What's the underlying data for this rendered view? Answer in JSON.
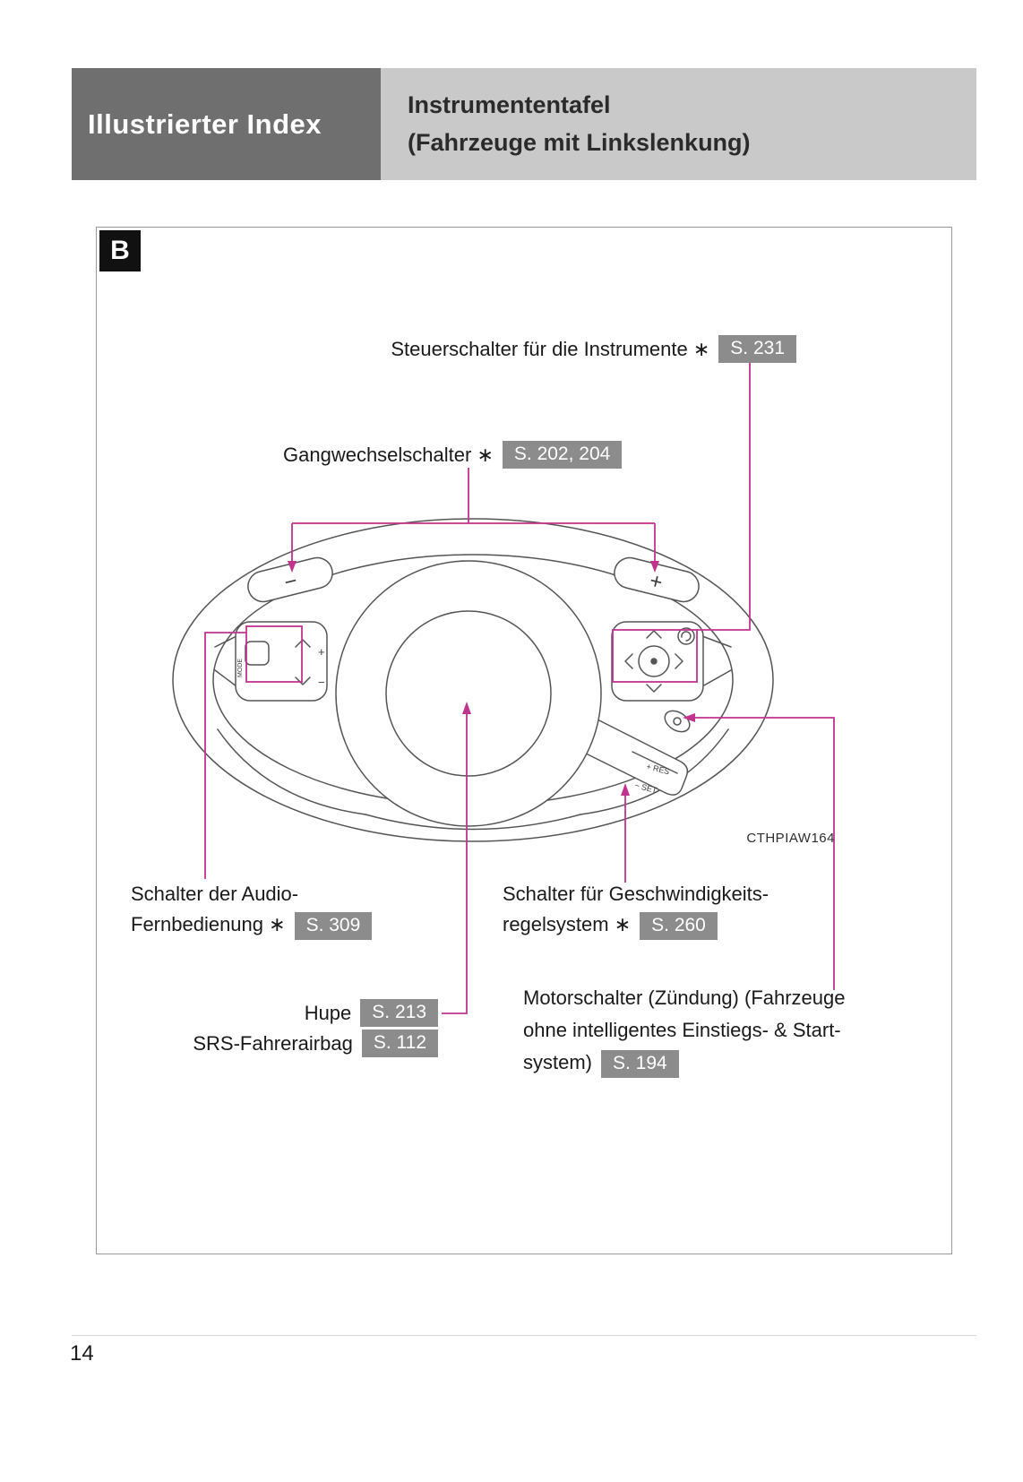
{
  "header": {
    "section_title": "Illustrierter Index",
    "page_title_line1": "Instrumententafel",
    "page_title_line2": "(Fahrzeuge mit Linkslenkung)"
  },
  "figure": {
    "panel_letter": "B",
    "image_code": "CTHPIAW164",
    "colors": {
      "callout_line": "#c0348e",
      "badge_bg": "#8c8c8c",
      "header_dark": "#6f6f6f",
      "header_light": "#c9c9c9"
    },
    "callouts": {
      "instrument": {
        "label": "Steuerschalter für die Instrumente ∗",
        "ref": "S. 231"
      },
      "shift": {
        "label": "Gangwechselschalter ∗",
        "ref": "S. 202, 204"
      },
      "audio": {
        "line1": "Schalter der Audio-",
        "line2": "Fernbedienung ∗",
        "ref": "S. 309"
      },
      "cruise": {
        "line1": "Schalter für Geschwindigkeits-",
        "line2": "regelsystem ∗",
        "ref": "S. 260"
      },
      "horn": {
        "label": "Hupe",
        "ref": "S. 213"
      },
      "airbag": {
        "label": "SRS-Fahrerairbag",
        "ref": "S. 112"
      },
      "engine": {
        "line1": "Motorschalter (Zündung) (Fahrzeuge",
        "line2": "ohne intelligentes Einstiegs- & Start-",
        "line3": "system)",
        "ref": "S. 194"
      }
    },
    "diagram": {
      "left_paddle": "−",
      "right_paddle": "+",
      "stalk_top": "+ RES",
      "stalk_bottom": "− SET",
      "mode_label": "MODE",
      "volume_up": "+",
      "volume_down": "−"
    }
  },
  "page": {
    "number": "14"
  }
}
